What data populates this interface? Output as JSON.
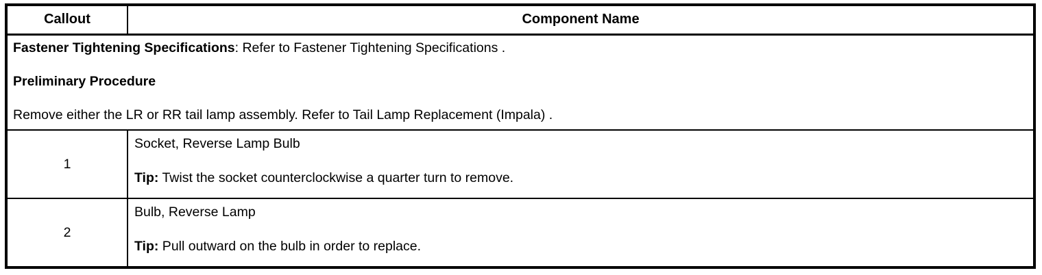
{
  "table": {
    "headers": {
      "callout": "Callout",
      "component_name": "Component Name"
    },
    "notes_row": {
      "lines": [
        {
          "bold_lead": "Fastener Tightening Specifications",
          "separator": ":",
          "rest": " Refer to Fastener Tightening Specifications ."
        },
        {
          "bold_lead": "Preliminary Procedure",
          "separator": "",
          "rest": ""
        },
        {
          "bold_lead": "",
          "separator": "",
          "rest": "Remove either the LR or RR tail lamp assembly. Refer to Tail Lamp Replacement (Impala) ."
        }
      ]
    },
    "rows": [
      {
        "callout": "1",
        "name": "Socket, Reverse Lamp Bulb",
        "tip_label": "Tip:",
        "tip_text": " Twist the socket counterclockwise a quarter turn to remove."
      },
      {
        "callout": "2",
        "name": "Bulb, Reverse Lamp",
        "tip_label": "Tip:",
        "tip_text": " Pull outward on the bulb in order to replace."
      }
    ]
  },
  "colors": {
    "border": "#000000",
    "text": "#000000",
    "background": "#ffffff"
  }
}
